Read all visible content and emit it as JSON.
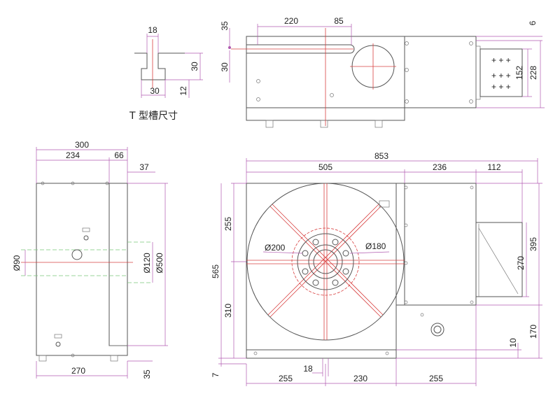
{
  "tslot": {
    "caption": "T 型槽尺寸",
    "dims": {
      "top_width": "18",
      "height": "30",
      "bottom_width": "30",
      "depth": "12"
    }
  },
  "top_view": {
    "dims": {
      "d35": "35",
      "d220": "220",
      "d85": "85",
      "d6": "6",
      "d30": "30",
      "d152": "152",
      "d228": "228"
    }
  },
  "left_view": {
    "dims": {
      "d300": "300",
      "d234": "234",
      "d66": "66",
      "d37": "37",
      "d90": "Ø90",
      "d120": "Ø120",
      "d500": "Ø500",
      "d270": "270",
      "d35": "35"
    }
  },
  "front_view": {
    "dims": {
      "d853": "853",
      "d505": "505",
      "d236": "236",
      "d112": "112",
      "d255_left": "255",
      "d565": "565",
      "d310": "310",
      "d200": "Ø200",
      "d180": "Ø180",
      "d395": "395",
      "d270": "270",
      "d170": "170",
      "d10": "10",
      "d18": "18",
      "d7": "7",
      "d255_b1": "255",
      "d230": "230",
      "d255_b2": "255"
    }
  },
  "colors": {
    "dimension_line": "#b05ab0",
    "center_line": "#d84040",
    "hidden_line": "#7ac87a",
    "outline": "#555555"
  }
}
